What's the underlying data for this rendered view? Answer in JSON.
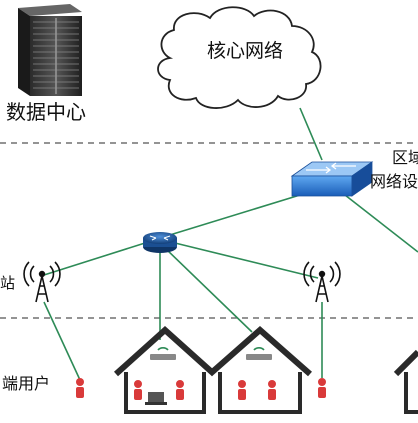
{
  "labels": {
    "core_network": "核心网络",
    "data_center": "数据中心",
    "regional_line1": "区域",
    "regional_line2": "网络设",
    "station": "站",
    "terminal_user": "端用户"
  },
  "colors": {
    "line_green": "#2e8b57",
    "dashed": "#555555",
    "switch_blue": "#1f6fd0",
    "router_blue": "#1b5fae",
    "roof": "#2a2a2a",
    "person_red": "#d93a3a"
  },
  "icons": [
    "server-rack-icon",
    "cloud-icon",
    "switch-icon",
    "router-icon",
    "antenna-tower-icon",
    "house-icon",
    "person-icon",
    "wifi-access-point-icon",
    "laptop-icon"
  ]
}
